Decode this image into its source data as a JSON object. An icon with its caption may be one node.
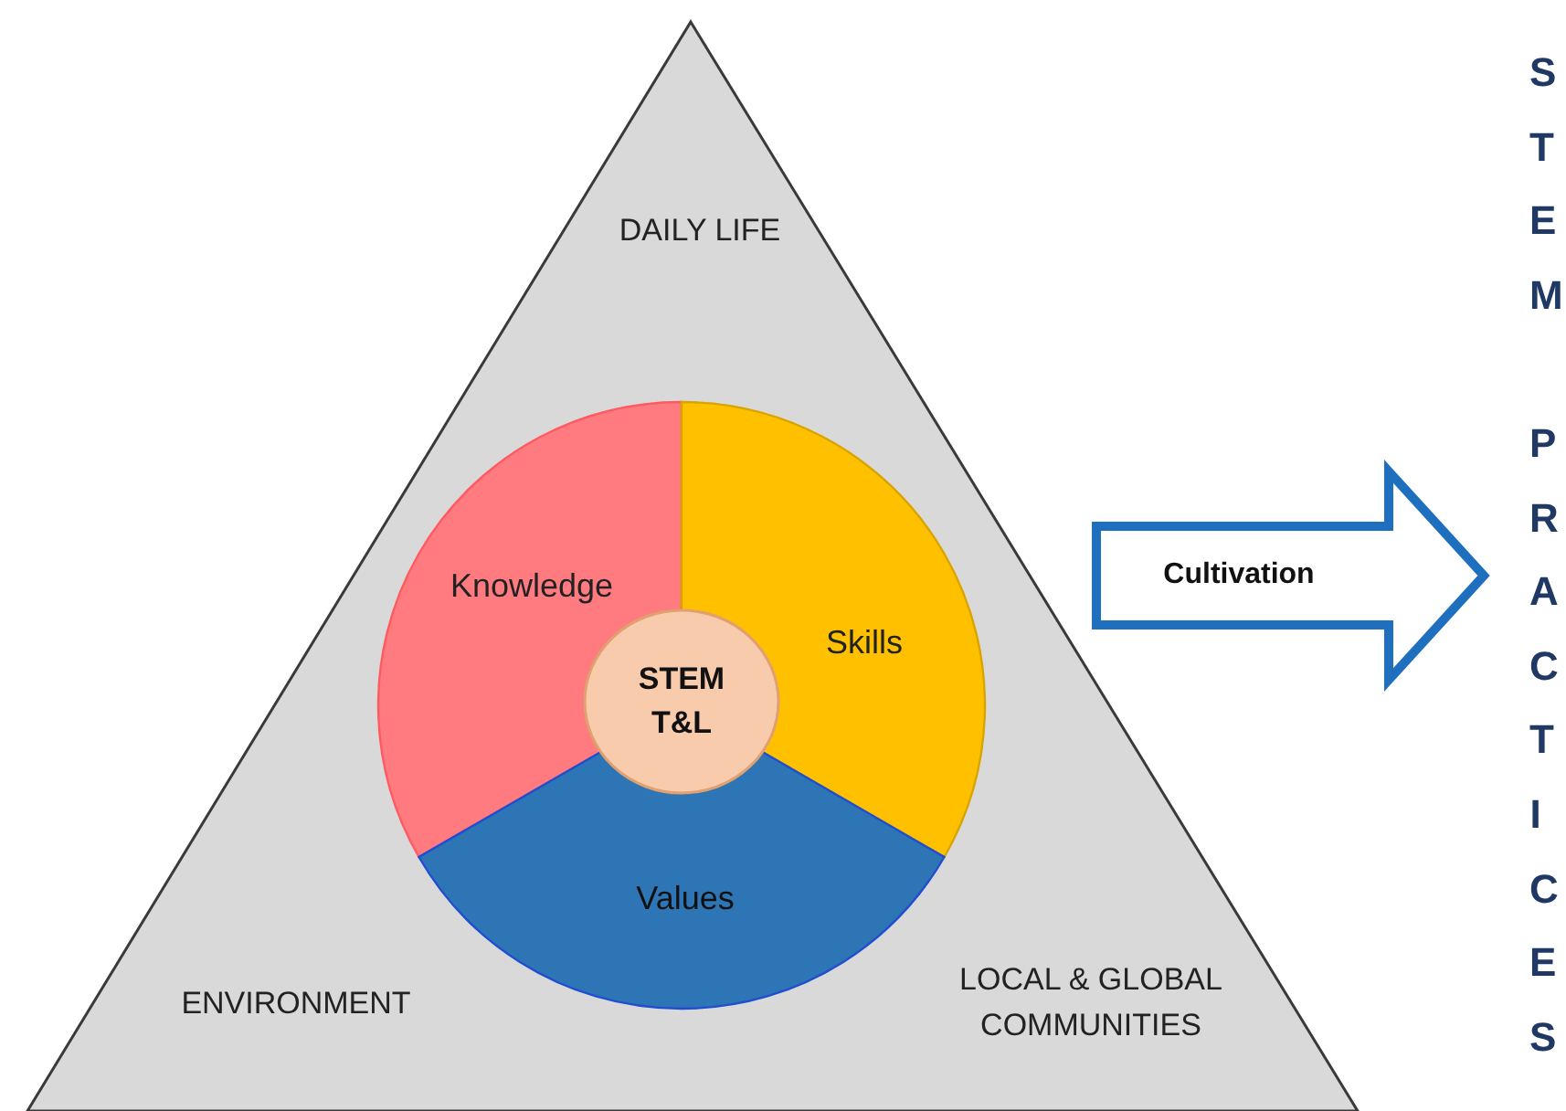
{
  "diagram": {
    "nodes": [
      {
        "text": [
          "DAILY LIFE",
          "ENVIRONMENT",
          "LOCAL & GLOBAL COMMUNITIES"
        ]
      },
      {
        "text": [
          "Knowledge"
        ],
        "in": 0
      },
      {
        "text": [
          "Skills"
        ],
        "in": 0
      },
      {
        "text": [
          "Values"
        ],
        "in": 0
      },
      {
        "text": [
          "STEM T&L"
        ],
        "in": 0
      },
      {
        "text": [
          "STEM",
          "PRACTICES"
        ]
      }
    ],
    "edges": [
      {
        "from": 0,
        "to": 5,
        "arrow": "to",
        "label": "Cultivation",
        "style": "thick"
      }
    ]
  }
}
